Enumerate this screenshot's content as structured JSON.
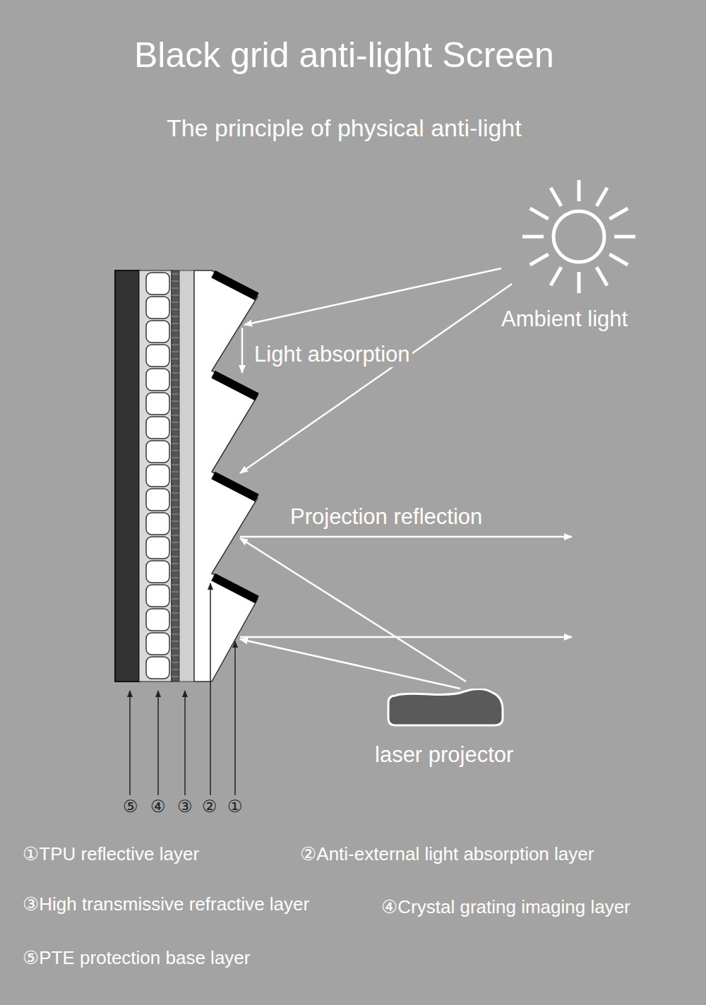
{
  "diagram": {
    "title": "Black grid anti-light Screen",
    "nodes": [
      {
        "text": [
          "laser projector"
        ]
      }
    ],
    "labels": [
      "The principle of physical anti-light",
      "Ambient light",
      "Light absorption",
      "Projection reflection",
      "⑤",
      "④",
      "③",
      "②",
      "①",
      "①TPU reflective layer",
      "②Anti-external light absorption layer",
      "③High transmissive refractive layer",
      "④Crystal grating imaging layer",
      "⑤PTE protection base layer"
    ]
  }
}
